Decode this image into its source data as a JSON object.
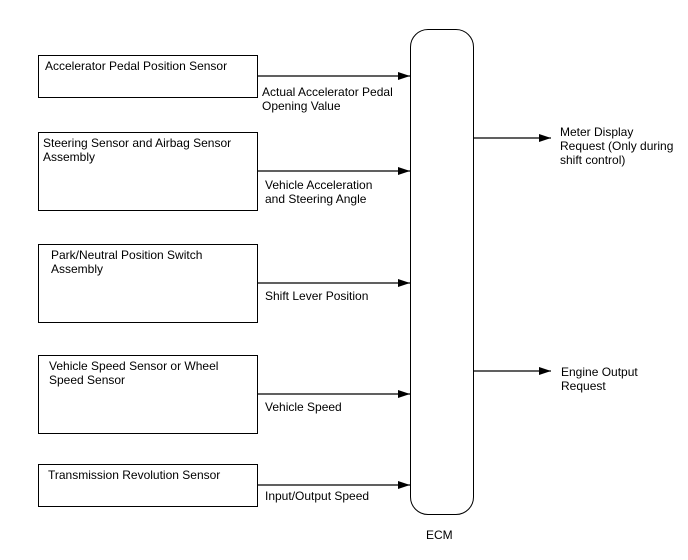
{
  "inputs": [
    {
      "sensor": "Accelerator Pedal Position Sensor",
      "signal": "Actual Accelerator Pedal Opening Value"
    },
    {
      "sensor": "Steering Sensor and Airbag Sensor Assembly",
      "signal": "Vehicle Acceleration and Steering Angle"
    },
    {
      "sensor": "Park/Neutral Position Switch Assembly",
      "signal": "Shift Lever Position"
    },
    {
      "sensor": "Vehicle Speed Sensor or Wheel Speed Sensor",
      "signal": "Vehicle Speed"
    },
    {
      "sensor": "Transmission Revolution Sensor",
      "signal": "Input/Output Speed"
    }
  ],
  "ecm": {
    "label": "ECM"
  },
  "outputs": [
    {
      "signal": "Meter Display Request (Only during shift control)"
    },
    {
      "signal": "Engine Output Request"
    }
  ],
  "colors": {
    "line": "#000000",
    "background": "#ffffff"
  }
}
